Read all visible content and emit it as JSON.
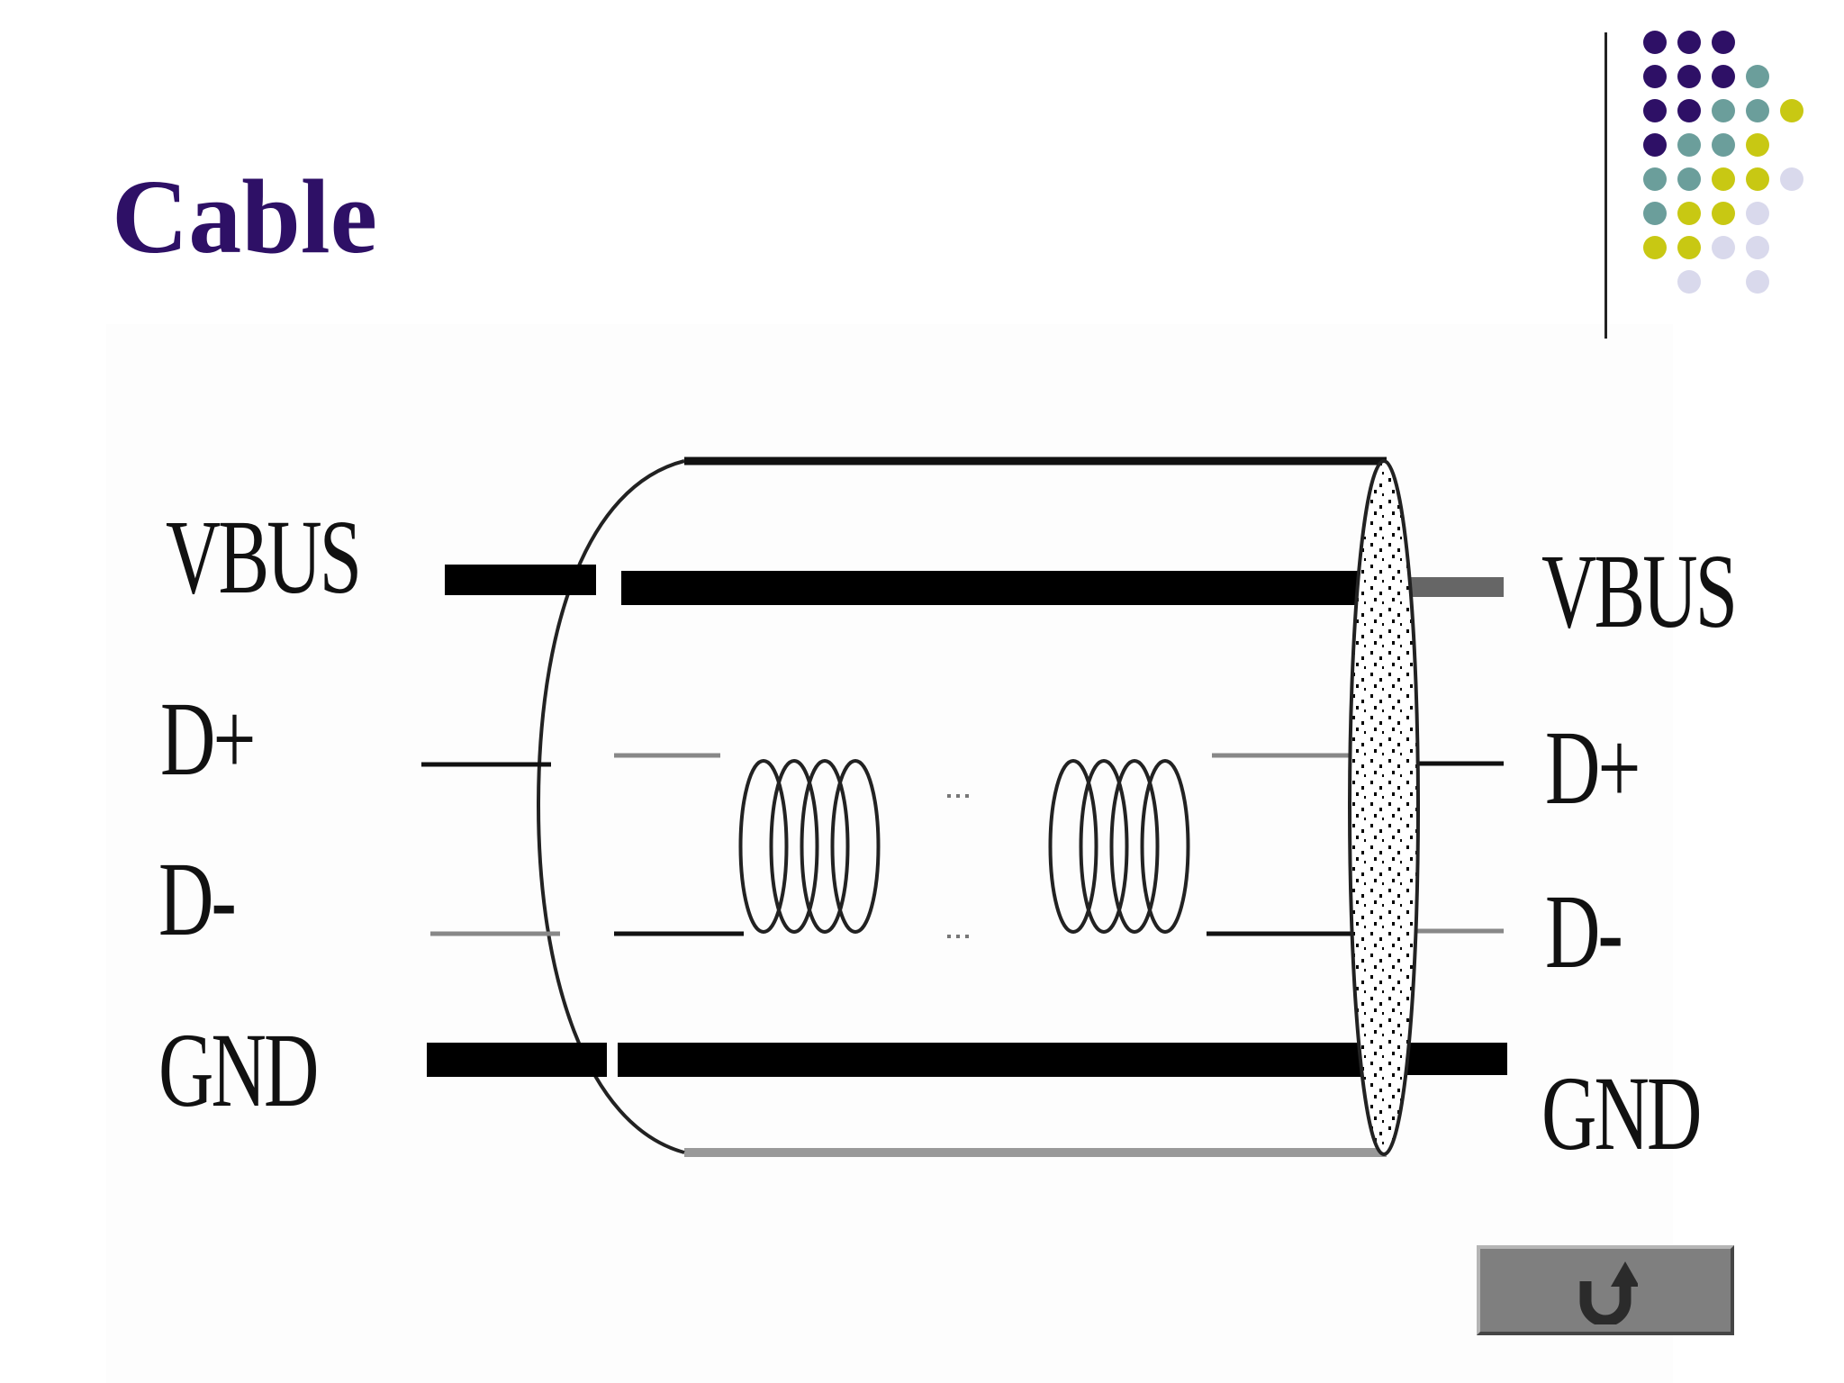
{
  "slide": {
    "title": "Cable"
  },
  "palette": {
    "title_color": "#2e1066",
    "dots": {
      "purple": "#2e1066",
      "teal": "#6b9e9b",
      "yellow": "#c8c813",
      "lavender": "#d9d9ec"
    }
  },
  "diagram": {
    "left_labels": {
      "vbus": "VBUS",
      "dplus": "D+",
      "dminus": "D-",
      "gnd": "GND"
    },
    "right_labels": {
      "vbus": "VBUS",
      "dplus": "D+",
      "dminus": "D-",
      "gnd": "GND"
    },
    "twisted_pair_gap": "..."
  },
  "navigation": {
    "back_icon": "return-arrow-icon",
    "icon_color": "#2b2b2b"
  }
}
